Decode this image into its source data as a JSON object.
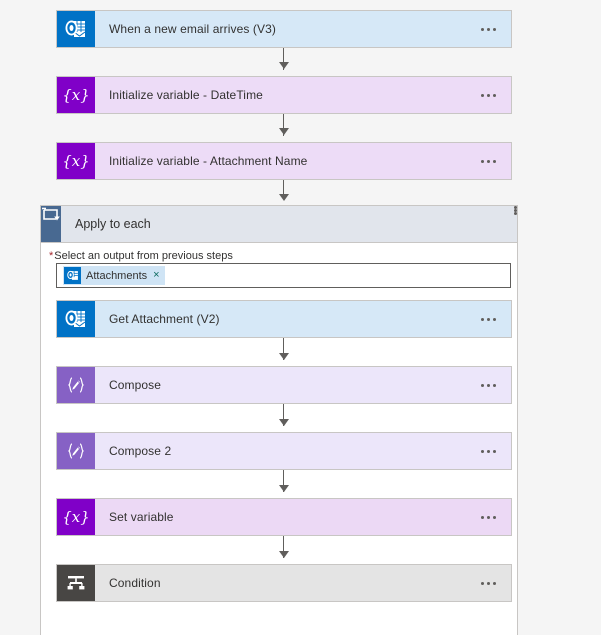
{
  "flow": {
    "background_color": "#f5f5f5",
    "steps": [
      {
        "id": "trigger-email",
        "label": "When a new email arrives (V3)",
        "icon": "outlook-icon",
        "tile_color": "#0072c6",
        "body_color": "#d6e8f7",
        "menu": "more-options"
      },
      {
        "id": "init-datetime",
        "label": "Initialize variable - DateTime",
        "icon": "variable-icon",
        "tile_color": "#8000c8",
        "body_color": "#eddcf7",
        "menu": "more-options"
      },
      {
        "id": "init-attachment-name",
        "label": "Initialize variable - Attachment Name",
        "icon": "variable-icon",
        "tile_color": "#8000c8",
        "body_color": "#eddcf7",
        "menu": "more-options"
      }
    ],
    "scope": {
      "id": "apply-to-each",
      "label": "Apply to each",
      "icon": "loop-icon",
      "tile_color": "#486991",
      "header_color": "#e1e5ec",
      "menu": "more-options",
      "field": {
        "required_marker": "*",
        "label": "Select an output from previous steps",
        "token": {
          "label": "Attachments",
          "icon": "outlook-icon",
          "remove": "×"
        }
      },
      "children": [
        {
          "id": "get-attachment",
          "label": "Get Attachment (V2)",
          "icon": "outlook-icon",
          "tile_color": "#0072c6",
          "body_color": "#d6e8f7",
          "menu": "more-options"
        },
        {
          "id": "compose",
          "label": "Compose",
          "icon": "compose-icon",
          "tile_color": "#8661c5",
          "body_color": "#ece6fa",
          "menu": "more-options"
        },
        {
          "id": "compose-2",
          "label": "Compose 2",
          "icon": "compose-icon",
          "tile_color": "#8661c5",
          "body_color": "#ece6fa",
          "menu": "more-options"
        },
        {
          "id": "set-variable",
          "label": "Set variable",
          "icon": "variable-icon",
          "tile_color": "#8000c8",
          "body_color": "#ecd9f5",
          "menu": "more-options"
        },
        {
          "id": "condition",
          "label": "Condition",
          "icon": "condition-icon",
          "tile_color": "#484644",
          "body_color": "#e4e4e4",
          "menu": "more-options"
        }
      ]
    },
    "glyphs": {
      "variable": "{x}",
      "compose": "{ }"
    }
  }
}
